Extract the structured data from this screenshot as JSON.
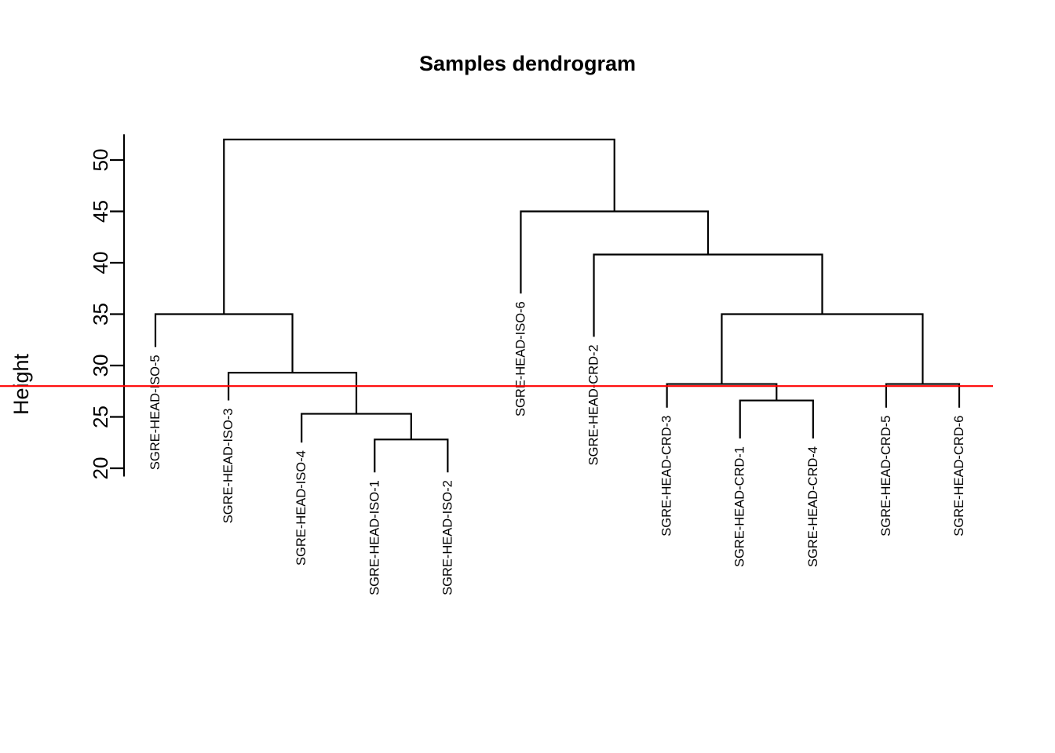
{
  "chart_data": {
    "type": "dendrogram",
    "title": "Samples dendrogram",
    "xlabel": "",
    "ylabel": "Height",
    "ylim": [
      19.0,
      52.5
    ],
    "y_ticks": [
      20,
      25,
      30,
      35,
      40,
      45,
      50
    ],
    "y_tick_labels": [
      "20",
      "25",
      "30",
      "35",
      "40",
      "45",
      "50"
    ],
    "grid": false,
    "legend": null,
    "leaves": [
      "SGRE-HEAD-ISO-5",
      "SGRE-HEAD-ISO-3",
      "SGRE-HEAD-ISO-4",
      "SGRE-HEAD-ISO-1",
      "SGRE-HEAD-ISO-2",
      "SGRE-HEAD-ISO-6",
      "SGRE-HEAD-CRD-2",
      "SGRE-HEAD-CRD-3",
      "SGRE-HEAD-CRD-1",
      "SGRE-HEAD-CRD-4",
      "SGRE-HEAD-CRD-5",
      "SGRE-HEAD-CRD-6"
    ],
    "leaf_heights": [
      31.8,
      26.6,
      22.5,
      19.6,
      19.6,
      37.0,
      32.8,
      25.9,
      22.9,
      22.9,
      25.9,
      25.9
    ],
    "merges": [
      {
        "id": "m1",
        "label": "ISO-1 + ISO-2",
        "height": 22.8,
        "left": "SGRE-HEAD-ISO-1",
        "right": "SGRE-HEAD-ISO-2"
      },
      {
        "id": "m2",
        "label": "ISO-4 + m1",
        "height": 25.3,
        "left": "SGRE-HEAD-ISO-4",
        "right": "m1"
      },
      {
        "id": "m3",
        "label": "ISO-3 + m2",
        "height": 29.3,
        "left": "SGRE-HEAD-ISO-3",
        "right": "m2"
      },
      {
        "id": "m4",
        "label": "ISO-5 + m3",
        "height": 35.0,
        "left": "SGRE-HEAD-ISO-5",
        "right": "m3"
      },
      {
        "id": "m5",
        "label": "CRD-1 + CRD-4",
        "height": 26.6,
        "left": "SGRE-HEAD-CRD-1",
        "right": "SGRE-HEAD-CRD-4"
      },
      {
        "id": "m6",
        "label": "CRD-3 + m5",
        "height": 28.2,
        "left": "SGRE-HEAD-CRD-3",
        "right": "m5"
      },
      {
        "id": "m7",
        "label": "CRD-5 + CRD-6",
        "height": 28.2,
        "left": "SGRE-HEAD-CRD-5",
        "right": "SGRE-HEAD-CRD-6"
      },
      {
        "id": "m8",
        "label": "m6 + m7",
        "height": 35.0,
        "left": "m6",
        "right": "m7"
      },
      {
        "id": "m9",
        "label": "CRD-2 + m8",
        "height": 40.8,
        "left": "SGRE-HEAD-CRD-2",
        "right": "m8"
      },
      {
        "id": "m10",
        "label": "ISO-6 + m9",
        "height": 45.0,
        "left": "SGRE-HEAD-ISO-6",
        "right": "m9"
      },
      {
        "id": "m11",
        "label": "m4 + m10 (root)",
        "height": 52.0,
        "left": "m4",
        "right": "m10"
      }
    ],
    "cut_line": {
      "height": 28.0,
      "color": "#ff0000",
      "orientation": "horizontal"
    }
  },
  "plot": {
    "title": "Samples dendrogram",
    "ylabel": "Height"
  }
}
